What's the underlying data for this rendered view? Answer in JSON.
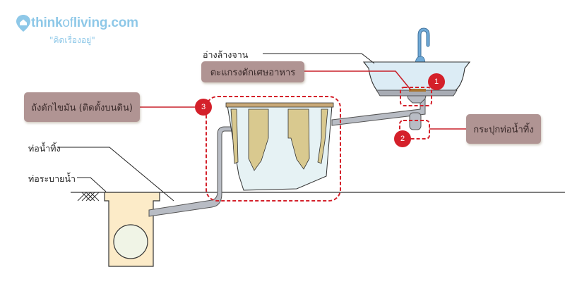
{
  "brand": {
    "name_bold_1": "think",
    "name_thin": "of",
    "name_bold_2": "living.com",
    "tagline": "\"คิดเรื่องอยู่\"",
    "color": "#8ec8e8"
  },
  "labels": {
    "sink": "อ่างล้างจาน",
    "strainer": "ตะแกรงดักเศษอาหาร",
    "grease_trap": "ถังดักไขมัน (ติดตั้งบนดิน)",
    "drain_plug": "กระปุกท่อน้ำทิ้ง",
    "waste_pipe": "ท่อน้ำทิ้ง",
    "drainage_pipe": "ท่อระบายน้ำ"
  },
  "markers": [
    {
      "number": "1",
      "refers_to": "ตะแกรงดักเศษอาหาร"
    },
    {
      "number": "2",
      "refers_to": "กระปุกท่อน้ำทิ้ง"
    },
    {
      "number": "3",
      "refers_to": "ถังดักไขมัน (ติดตั้งบนดิน)"
    }
  ],
  "colors": {
    "accent_red": "#d4202a",
    "label_box": "#b09493",
    "pipe": "#b8bcc4",
    "tank_body": "#e6f2f4",
    "tank_baffle": "#d9c98f",
    "manhole": "#fcebc8",
    "sink_basin": "#dcecf5",
    "faucet": "#6fa9d6"
  }
}
